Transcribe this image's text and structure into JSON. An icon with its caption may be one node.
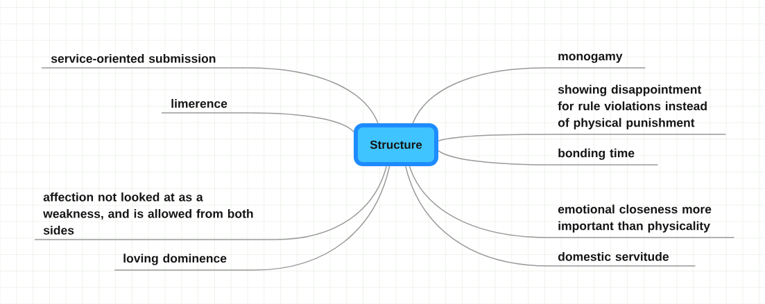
{
  "diagram": {
    "nodes": [
      {
        "text": [
          "Structure"
        ]
      },
      {
        "text": [
          "service-oriented submission"
        ]
      },
      {
        "text": [
          "limerence"
        ]
      },
      {
        "text": [
          "affection not looked at as a weakness, and is allowed from both sides"
        ]
      },
      {
        "text": [
          "loving dominence"
        ]
      },
      {
        "text": [
          "monogamy"
        ]
      },
      {
        "text": [
          "showing disappointment for rule violations instead of physical punishment"
        ]
      },
      {
        "text": [
          "bonding time"
        ]
      },
      {
        "text": [
          "emotional closeness more important than physicality"
        ]
      },
      {
        "text": [
          "domestic servitude"
        ]
      }
    ],
    "edges": [
      {
        "from": 0,
        "to": 1,
        "arrow": "none"
      },
      {
        "from": 0,
        "to": 2,
        "arrow": "none"
      },
      {
        "from": 0,
        "to": 3,
        "arrow": "none"
      },
      {
        "from": 0,
        "to": 4,
        "arrow": "none"
      },
      {
        "from": 0,
        "to": 5,
        "arrow": "none"
      },
      {
        "from": 0,
        "to": 6,
        "arrow": "none"
      },
      {
        "from": 0,
        "to": 7,
        "arrow": "none"
      },
      {
        "from": 0,
        "to": 8,
        "arrow": "none"
      },
      {
        "from": 0,
        "to": 9,
        "arrow": "none"
      }
    ]
  }
}
